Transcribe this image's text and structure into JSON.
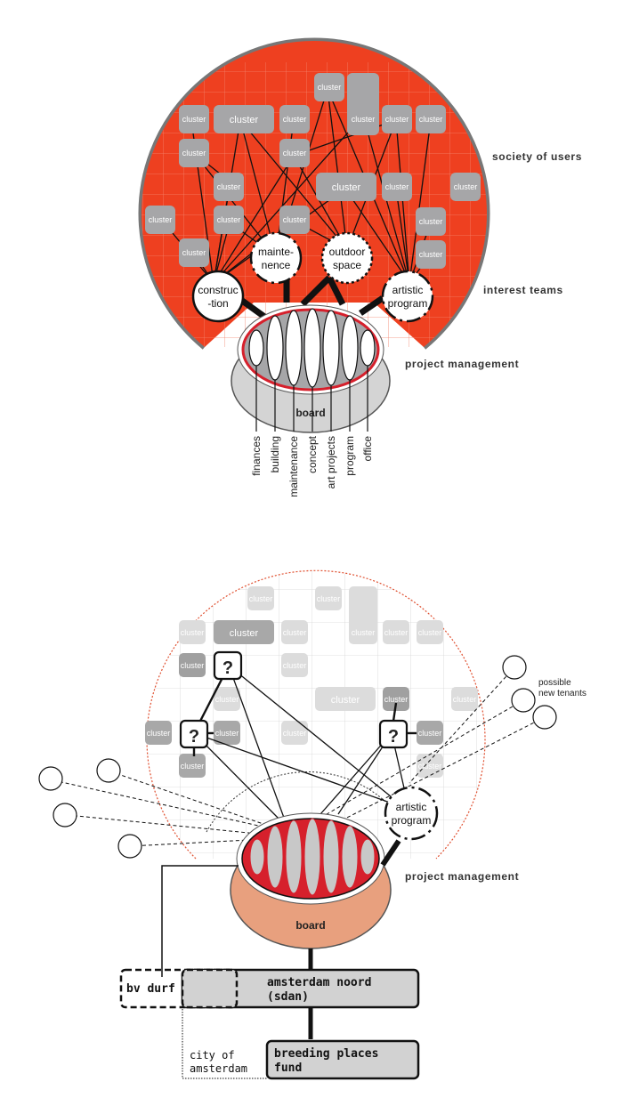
{
  "top": {
    "cluster_label": "cluster",
    "society_label": "society of users",
    "interest_label": "interest teams",
    "pm_label": "project management",
    "board_label": "board",
    "teams": {
      "maintenance": [
        "mainte-",
        "nence"
      ],
      "outdoor": [
        "outdoor",
        "space"
      ],
      "construction": [
        "construc",
        "-tion"
      ],
      "artistic": [
        "artistic",
        "program"
      ]
    },
    "departments": [
      "finances",
      "building",
      "maintenance",
      "concept",
      "art projects",
      "program",
      "office"
    ]
  },
  "bottom": {
    "cluster_label": "cluster",
    "question": "?",
    "tenants_label": [
      "possible",
      "new tenants"
    ],
    "artistic": [
      "artistic",
      "program"
    ],
    "pm_label": "project management",
    "board_label": "board",
    "bv_durf": "bv durf",
    "sdan": [
      "amsterdam noord",
      "(sdan)"
    ],
    "city": [
      "city of",
      "amsterdam"
    ],
    "fund": [
      "breeding places",
      "fund"
    ]
  },
  "colors": {
    "red": "#ee4020",
    "cluster_gray": "#a6a6a8",
    "rim_gray": "#7a7a7a",
    "board_gray": "#d4d4d4",
    "board_salmon": "#e8a07e",
    "box_gray": "#d2d2d2"
  }
}
